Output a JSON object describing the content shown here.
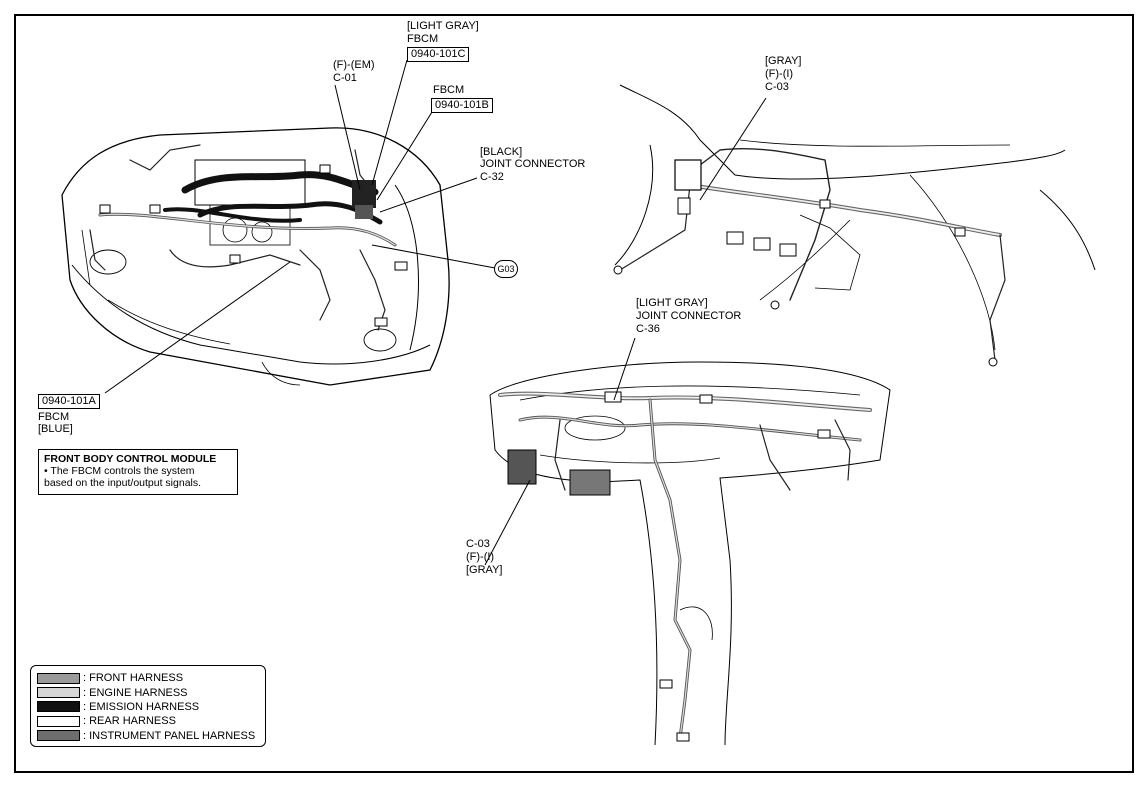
{
  "callouts": {
    "light_gray_fbcm": {
      "color": "[LIGHT GRAY]",
      "name": "FBCM",
      "code": "0940-101C"
    },
    "fem_c01": {
      "line1": "(F)-(EM)",
      "line2": "C-01"
    },
    "fbcm_b": {
      "name": "FBCM",
      "code": "0940-101B"
    },
    "black_joint": {
      "color": "[BLACK]",
      "name": "JOINT CONNECTOR",
      "code": "C-32"
    },
    "g03": "G03",
    "fbcm_a": {
      "code": "0940-101A",
      "name": "FBCM",
      "color": "[BLUE]"
    },
    "gray_c03_top": {
      "color": "[GRAY]",
      "type": "(F)-(I)",
      "code": "C-03"
    },
    "light_gray_joint": {
      "color": "[LIGHT GRAY]",
      "name": "JOINT CONNECTOR",
      "code": "C-36"
    },
    "c03_bottom": {
      "code": "C-03",
      "type": "(F)-(I)",
      "color": "[GRAY]"
    }
  },
  "info_box": {
    "title": "FRONT BODY CONTROL MODULE",
    "text_line1": "• The FBCM controls the system",
    "text_line2": "based on the input/output signals."
  },
  "legend": {
    "items": [
      {
        "label": ": FRONT HARNESS",
        "fill": "#9a9a9a"
      },
      {
        "label": ": ENGINE HARNESS",
        "fill": "#d6d6d6"
      },
      {
        "label": ": EMISSION HARNESS",
        "fill": "#111111"
      },
      {
        "label": ": REAR HARNESS",
        "fill": "#ffffff"
      },
      {
        "label": ": INSTRUMENT PANEL HARNESS",
        "fill": "#6e6e6e"
      }
    ]
  }
}
